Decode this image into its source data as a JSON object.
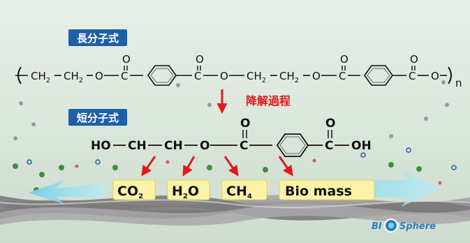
{
  "labels": {
    "long_molecule": "長分子式",
    "short_molecule": "短分子式",
    "degradation": "降解過程"
  },
  "long_chain": {
    "ch2_a": "CH",
    "ch2_b": "CH",
    "ch2_c": "CH",
    "ch2_d": "CH",
    "sub2": "2",
    "o": "O",
    "c": "C",
    "n": "n"
  },
  "short_chain": {
    "ho": "HO",
    "ch": "CH",
    "o": "O",
    "c": "C",
    "oh": "OH"
  },
  "products": {
    "co2_main": "CO",
    "co2_sub": "2",
    "h2o_h": "H",
    "h2o_sub": "2",
    "h2o_o": "O",
    "ch4_main": "CH",
    "ch4_sub": "4",
    "biomass": "Bio mass"
  },
  "logo": {
    "bi": "BI",
    "o": "O",
    "sphere": "Sphere"
  },
  "colors": {
    "tag_blue": "#1f5fa8",
    "arrow_red": "#e21a1a",
    "product_box": "#fdf3a8",
    "flow_cyan": "#7fd3ec"
  }
}
